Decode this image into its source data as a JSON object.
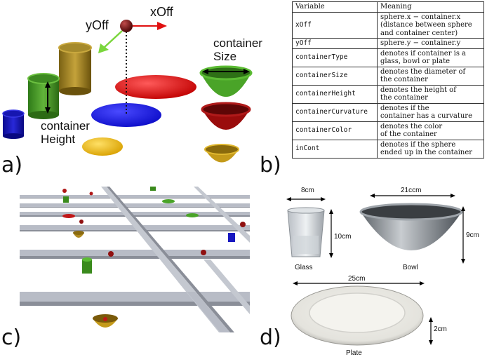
{
  "panels": {
    "a": "a)",
    "b": "b)",
    "c": "c)",
    "d": "d)"
  },
  "panel_a": {
    "xoff": "xOff",
    "yoff": "yOff",
    "container_size_line1": "container",
    "container_size_line2": "Size",
    "container_height_line1": "container",
    "container_height_line2": "Height"
  },
  "table": {
    "headers": [
      "Variable",
      "Meaning"
    ],
    "rows": [
      {
        "variable": "xOff",
        "meaning": [
          "sphere.x − container.x",
          "(distance between sphere",
          "and container center)"
        ]
      },
      {
        "variable": "yOff",
        "meaning": [
          "sphere.y − container.y"
        ]
      },
      {
        "variable": "containerType",
        "meaning": [
          "denotes if container is a",
          "glass, bowl or plate"
        ]
      },
      {
        "variable": "containerSize",
        "meaning": [
          "denotes the diameter of",
          "the container"
        ]
      },
      {
        "variable": "containerHeight",
        "meaning": [
          "denotes the height of",
          "the container"
        ]
      },
      {
        "variable": "containerCurvature",
        "meaning": [
          "denotes if the",
          "container has a curvature"
        ]
      },
      {
        "variable": "containerColor",
        "meaning": [
          "denotes the color",
          "of the container"
        ]
      },
      {
        "variable": "inCont",
        "meaning": [
          "denotes if the sphere",
          "ended up in the container"
        ]
      }
    ]
  },
  "panel_d": {
    "glass_width": "8cm",
    "glass_height": "10cm",
    "glass_label": "Glass",
    "bowl_width": "21ccm",
    "bowl_height": "9cm",
    "bowl_label": "Bowl",
    "plate_width": "25cm",
    "plate_height": "2cm",
    "plate_label": "Plate"
  }
}
